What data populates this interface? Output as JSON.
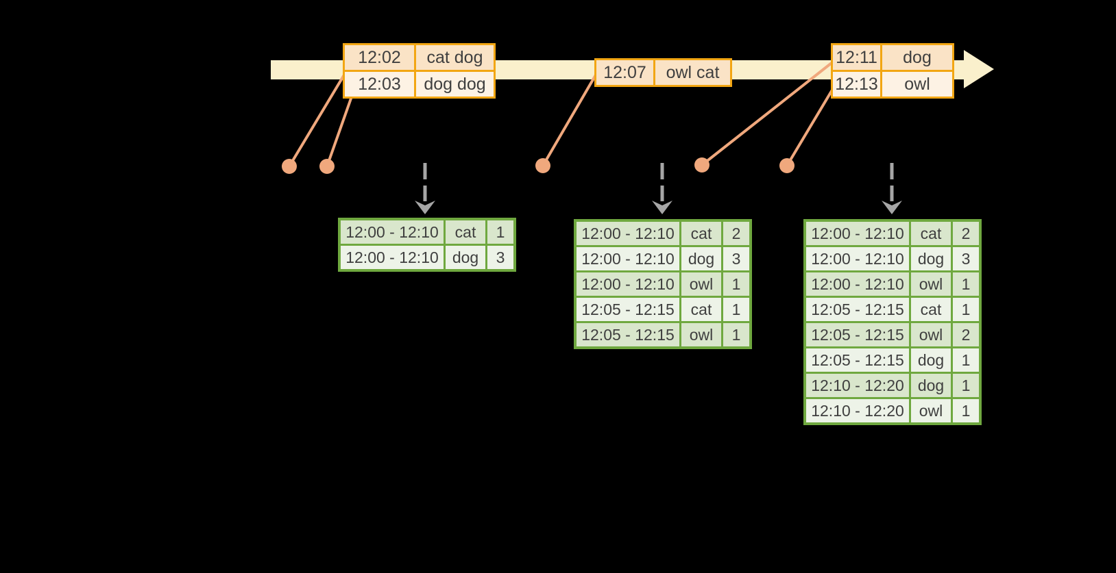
{
  "colors": {
    "background": "#000000",
    "timeline_band": "#FAF0CC",
    "orange_border": "#F2A613",
    "peach_dark": "#FAE3C6",
    "peach_light": "#FDF2E4",
    "connector_salmon": "#F0A87D",
    "green_border": "#6FA83F",
    "green_row_dark": "#D9E6CC",
    "green_row_light": "#EDF3E8",
    "arrow_gray": "#A6A6A6",
    "text": "#3F3F3F"
  },
  "timeline": {
    "event_tables": [
      {
        "rows": [
          {
            "time": "12:02",
            "words": "cat dog"
          },
          {
            "time": "12:03",
            "words": "dog dog"
          }
        ]
      },
      {
        "rows": [
          {
            "time": "12:07",
            "words": "owl cat"
          }
        ]
      },
      {
        "rows": [
          {
            "time": "12:11",
            "words": "dog"
          },
          {
            "time": "12:13",
            "words": "owl"
          }
        ]
      }
    ]
  },
  "result_tables": [
    {
      "rows": [
        {
          "window": "12:00 - 12:10",
          "word": "cat",
          "count": "1"
        },
        {
          "window": "12:00 - 12:10",
          "word": "dog",
          "count": "3"
        }
      ]
    },
    {
      "rows": [
        {
          "window": "12:00 - 12:10",
          "word": "cat",
          "count": "2"
        },
        {
          "window": "12:00 - 12:10",
          "word": "dog",
          "count": "3"
        },
        {
          "window": "12:00 - 12:10",
          "word": "owl",
          "count": "1"
        },
        {
          "window": "12:05 - 12:15",
          "word": "cat",
          "count": "1"
        },
        {
          "window": "12:05 - 12:15",
          "word": "owl",
          "count": "1"
        }
      ]
    },
    {
      "rows": [
        {
          "window": "12:00 - 12:10",
          "word": "cat",
          "count": "2"
        },
        {
          "window": "12:00 - 12:10",
          "word": "dog",
          "count": "3"
        },
        {
          "window": "12:00 - 12:10",
          "word": "owl",
          "count": "1"
        },
        {
          "window": "12:05 - 12:15",
          "word": "cat",
          "count": "1"
        },
        {
          "window": "12:05 - 12:15",
          "word": "owl",
          "count": "2"
        },
        {
          "window": "12:05 - 12:15",
          "word": "dog",
          "count": "1"
        },
        {
          "window": "12:10 - 12:20",
          "word": "dog",
          "count": "1"
        },
        {
          "window": "12:10 - 12:20",
          "word": "owl",
          "count": "1"
        }
      ]
    }
  ]
}
